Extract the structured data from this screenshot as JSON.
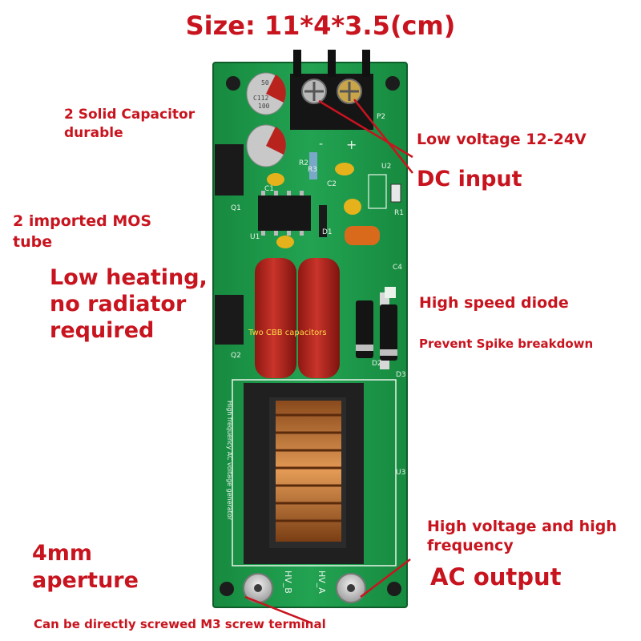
{
  "title": "Size: 11*4*3.5(cm)",
  "labels": {
    "capacitor": [
      "2 Solid Capacitor",
      "durable"
    ],
    "mos": [
      "2 imported MOS",
      "tube"
    ],
    "heating": [
      "Low heating,",
      "no radiator",
      "required"
    ],
    "low_voltage": "Low voltage 12-24V",
    "dc_input": "DC input",
    "diode": "High speed diode",
    "spike": "Prevent Spike breakdown",
    "hv_freq": [
      "High voltage and high",
      "frequency"
    ],
    "ac_output": "AC output",
    "aperture": [
      "4mm",
      "aperture"
    ],
    "screw": "Can be directly screwed M3 screw terminal"
  },
  "board_text": {
    "cbb": "Two CBB capacitors",
    "cap_marking": [
      "C112",
      "100",
      "50"
    ],
    "hv_a": "HV_A",
    "hv_b": "HV_B",
    "polarity_minus": "-",
    "polarity_plus": "+",
    "refs": [
      "P2",
      "R1",
      "R2",
      "R3",
      "C1",
      "C2",
      "C4",
      "U1",
      "U2",
      "U3",
      "Q1",
      "Q2",
      "D1",
      "D2",
      "D3"
    ],
    "transformer_silk": "High frequency AC voltage generator"
  },
  "colors": {
    "label_red": "#c8141e",
    "pcb_green": "#1f9a4a",
    "capacitor_red": "#b8231d",
    "copper": "#c97a3a"
  }
}
